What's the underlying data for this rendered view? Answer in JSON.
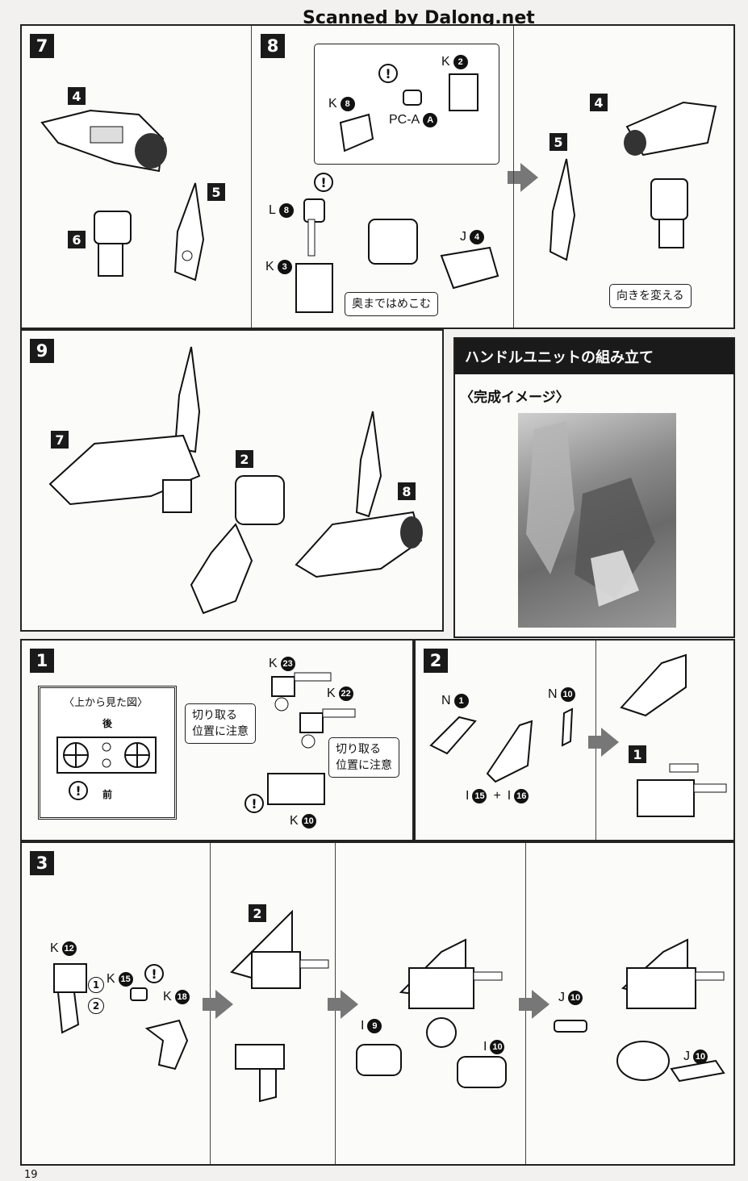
{
  "watermark": "Scanned by Dalong.net",
  "page_number": "19",
  "top": {
    "step7": {
      "num": "7",
      "callouts": [
        "4",
        "5",
        "6"
      ]
    },
    "step8": {
      "num": "8",
      "parts": {
        "k2": "K",
        "k2n": "2",
        "k8": "K",
        "k8n": "8",
        "pca": "PC-A",
        "pcan": "A",
        "l8": "L",
        "l8n": "8",
        "k3": "K",
        "k3n": "3",
        "j4": "J",
        "j4n": "4"
      },
      "note_insert": "奥まではめこむ",
      "callouts": [
        "4",
        "5"
      ],
      "note_orient": "向きを変える"
    }
  },
  "step9": {
    "num": "9",
    "callouts": [
      "7",
      "2",
      "8"
    ]
  },
  "handle": {
    "header": "ハンドルユニットの組み立て",
    "subtitle": "〈完成イメージ〉"
  },
  "mid": {
    "step1": {
      "num": "1",
      "view_title": "〈上から見た図〉",
      "view_back": "後",
      "view_front": "前",
      "k23": "K",
      "k23n": "23",
      "k22": "K",
      "k22n": "22",
      "k10": "K",
      "k10n": "10",
      "note_cut": "切り取る\n位置に注意"
    },
    "step2": {
      "num": "2",
      "n1": "N",
      "n1n": "1",
      "n10": "N",
      "n10n": "10",
      "i15": "I",
      "i15n": "15",
      "plus": "+",
      "i16": "I",
      "i16n": "16",
      "callout": "1"
    }
  },
  "step3": {
    "num": "3",
    "k12": "K",
    "k12n": "12",
    "k15": "K",
    "k15n": "15",
    "k18": "K",
    "k18n": "18",
    "order1": "1",
    "order2": "2",
    "callout": "2",
    "i9": "I",
    "i9n": "9",
    "i10": "I",
    "i10n": "10",
    "j10a": "J",
    "j10an": "10",
    "j10b": "J",
    "j10bn": "10"
  },
  "warn_symbol": "!"
}
